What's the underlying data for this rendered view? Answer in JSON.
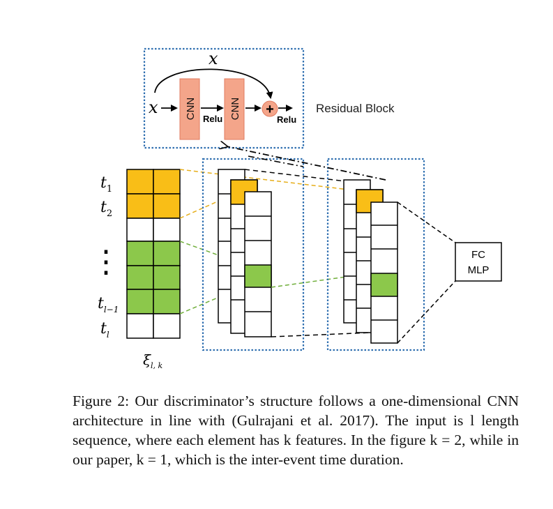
{
  "residual_block": {
    "label": "Residual Block",
    "input_symbol": "x",
    "skip_symbol": "x",
    "layers": [
      "CNN",
      "CNN"
    ],
    "activation_labels": [
      "Relu",
      "Relu"
    ],
    "sum_symbol": "+"
  },
  "input_sequence": {
    "time_labels": [
      "t",
      "t",
      "t",
      "t"
    ],
    "time_subscripts": [
      "1",
      "2",
      "l−1",
      "l"
    ],
    "ellipsis": "⋮",
    "matrix_symbol": "ξ",
    "matrix_subscript": "l, k",
    "row_colors": [
      "yellow",
      "yellow",
      "white",
      "green",
      "green",
      "green",
      "white"
    ],
    "features": 2
  },
  "output_block": {
    "lines": [
      "FC",
      "MLP"
    ]
  },
  "colors": {
    "yellow": "#F9BE17",
    "green": "#8CC84B",
    "cnn_fill": "#F4A58A",
    "cnn_stroke": "#E07A5F",
    "dotted_box": "#2F6FB0",
    "yellow_dash": "#E6AE1A",
    "green_dash": "#6FAE3A"
  },
  "caption": {
    "text": "Figure 2: Our discriminator’s structure follows a one-dimensional CNN architecture in line with (Gulrajani et al. 2017). The input is l length sequence, where each element has k features. In the figure k = 2, while in our paper, k = 1, which is the inter-event time duration."
  }
}
